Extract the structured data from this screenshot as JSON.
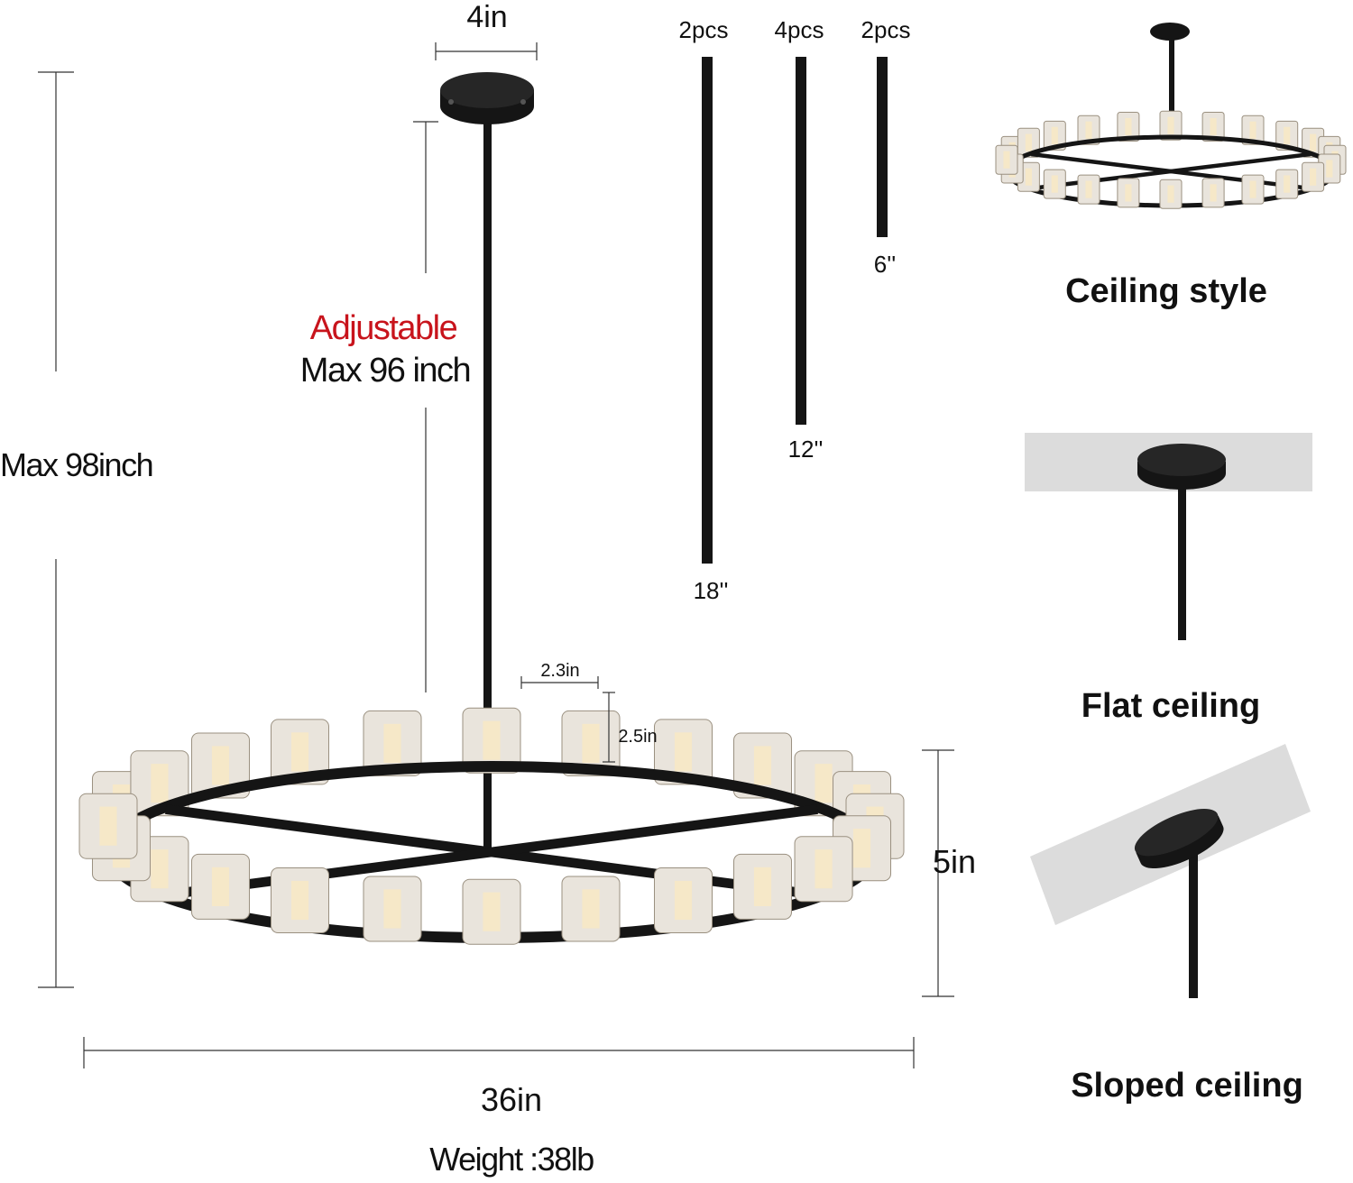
{
  "dimensions": {
    "canopy_width": "4in",
    "total_height": "Max 98inch",
    "adjustable_label": "Adjustable",
    "adjustable_max": "Max 96 inch",
    "shade_width": "2.3in",
    "shade_height": "2.5in",
    "body_height": "5in",
    "diameter": "36in",
    "weight": "Weight :38lb"
  },
  "rods": [
    {
      "qty": "2pcs",
      "length": "18''"
    },
    {
      "qty": "4pcs",
      "length": "12''"
    },
    {
      "qty": "2pcs",
      "length": "6''"
    }
  ],
  "styles": {
    "ceiling_style": "Ceiling style",
    "flat_ceiling": "Flat ceiling",
    "sloped_ceiling": "Sloped ceiling"
  },
  "colors": {
    "accent": "#c8141c",
    "metal": "#151515",
    "ceiling": "#dcdcdc"
  }
}
